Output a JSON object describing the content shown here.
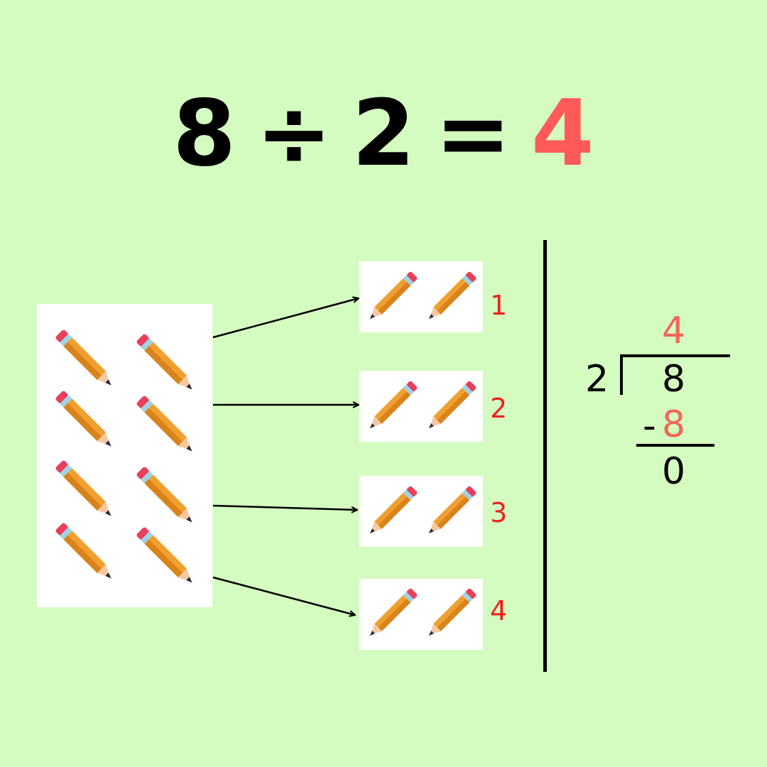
{
  "equation": {
    "dividend": "8",
    "operator": "÷",
    "divisor": "2",
    "equals": "=",
    "result": "4",
    "result_color": "#ff5a5a"
  },
  "source": {
    "pencil_count": 8,
    "icon": "pencil-icon"
  },
  "groups": [
    {
      "label": "1",
      "pencil_count": 2
    },
    {
      "label": "2",
      "pencil_count": 2
    },
    {
      "label": "3",
      "pencil_count": 2
    },
    {
      "label": "4",
      "pencil_count": 2
    }
  ],
  "long_division": {
    "quotient": "4",
    "divisor": "2",
    "dividend": "8",
    "minus": "-",
    "subtrahend": "8",
    "remainder": "0"
  },
  "colors": {
    "background": "#d4fcc0",
    "highlight": "#f2655a",
    "group_number": "#f02020",
    "pencil_body": "#f0a030",
    "pencil_eraser": "#e8405a"
  }
}
